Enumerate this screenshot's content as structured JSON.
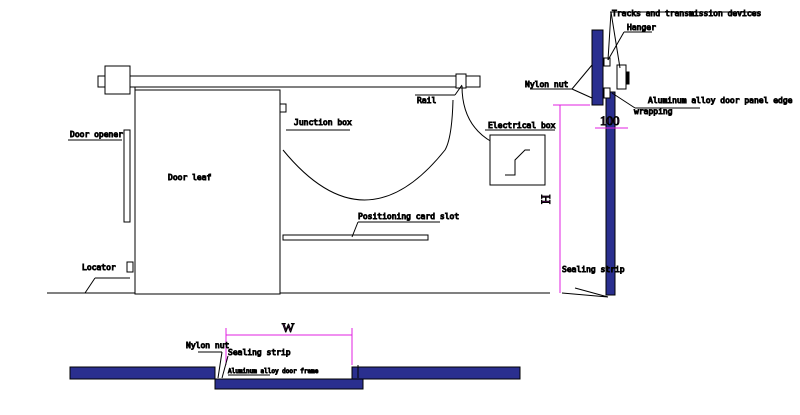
{
  "labels": {
    "tracks": "Tracks and transmission devices",
    "hanger": "Hanger",
    "nylon_nut_side": "Nylon nut",
    "edge_wrapping_1": "Aluminum alloy door panel edge",
    "edge_wrapping_2": "wrapping",
    "rail": "Rail",
    "junction_box": "Junction box",
    "electrical_box": "Electrical box",
    "door_opener": "Door opener",
    "door_leaf": "Door leaf",
    "positioning_slot": "Positioning card slot",
    "locator": "Locator",
    "sealing_strip_side": "Sealing strip",
    "nylon_nut_plan": "Nylon nut",
    "sealing_strip_plan": "Sealing strip",
    "door_frame": "Aluminum alloy door frame"
  },
  "dimensions": {
    "width": "W",
    "height": "H",
    "offset": "100"
  },
  "colors": {
    "panel": "#2a2f8f",
    "dimension": "#e020e0",
    "line": "#000000"
  }
}
